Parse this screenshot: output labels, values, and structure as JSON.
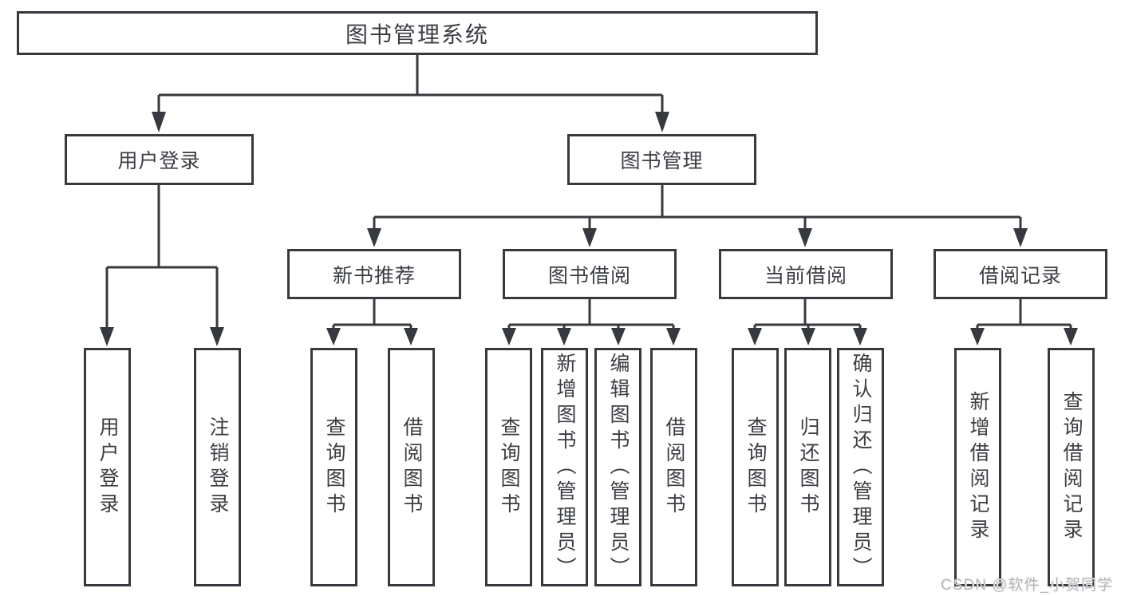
{
  "tree": {
    "root": {
      "label": "图书管理系统",
      "children": [
        {
          "label": "用户登录",
          "children": [
            {
              "label": "用户登录"
            },
            {
              "label": "注销登录"
            }
          ]
        },
        {
          "label": "图书管理",
          "children": [
            {
              "label": "新书推荐",
              "children": [
                {
                  "label": "查询图书"
                },
                {
                  "label": "借阅图书"
                }
              ]
            },
            {
              "label": "图书借阅",
              "children": [
                {
                  "label": "查询图书"
                },
                {
                  "label": "新增图书（管理员）"
                },
                {
                  "label": "编辑图书（管理员）"
                },
                {
                  "label": "借阅图书"
                }
              ]
            },
            {
              "label": "当前借阅",
              "children": [
                {
                  "label": "查询图书"
                },
                {
                  "label": "归还图书"
                },
                {
                  "label": "确认归还（管理员）"
                }
              ]
            },
            {
              "label": "借阅记录",
              "children": [
                {
                  "label": "新增借阅记录"
                },
                {
                  "label": "查询借阅记录"
                }
              ]
            }
          ]
        }
      ]
    }
  },
  "watermark": "CSDN @软件_小贺同学",
  "colors": {
    "line": "#36393d",
    "box_border": "#36393d",
    "text": "#3b3e43",
    "watermark": "#b4b6ba",
    "background": "#ffffff"
  }
}
